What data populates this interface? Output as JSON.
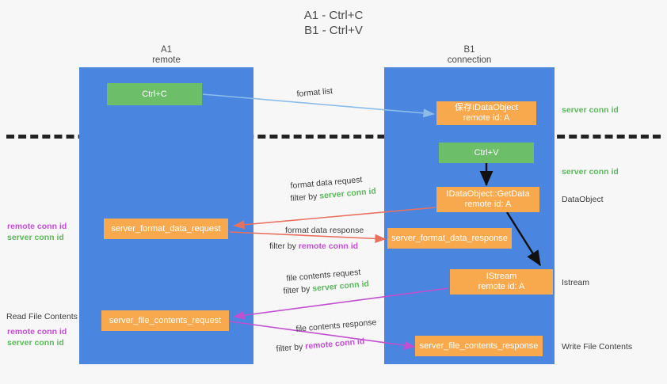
{
  "title": {
    "line1": "A1 - Ctrl+C",
    "line2": "B1 - Ctrl+V"
  },
  "lanes": [
    {
      "name": "A1",
      "sub": "remote"
    },
    {
      "name": "B1",
      "sub": "connection"
    }
  ],
  "nodes": {
    "ctrl_c": {
      "line1": "Ctrl+C",
      "line2": ""
    },
    "ctrl_v": {
      "line1": "Ctrl+V",
      "line2": ""
    },
    "idataobject": {
      "line1": "保存IDataObject",
      "line2": "remote id: A"
    },
    "getdata": {
      "line1": "IDataObject::GetData",
      "line2": "remote id: A"
    },
    "istream": {
      "line1": "IStream",
      "line2": "remote id: A"
    },
    "fmt_req": {
      "line1": "server_format_data_request",
      "line2": ""
    },
    "fmt_res": {
      "line1": "server_format_data_response",
      "line2": ""
    },
    "file_req": {
      "line1": "server_file_contents_request",
      "line2": ""
    },
    "file_res": {
      "line1": "server_file_contents_response",
      "line2": ""
    }
  },
  "captions": {
    "format_list": "format list",
    "fmt_req_l1": "format data request",
    "fmt_req_l2_pre": "filter by ",
    "fmt_req_l2_kw": "server conn id",
    "fmt_res_l1": "format data response",
    "fmt_res_l2_pre": "filter by ",
    "fmt_res_l2_kw": "remote conn id",
    "file_req_l1": "file contents request",
    "file_req_l2_pre": "filter by ",
    "file_req_l2_kw": "server conn id",
    "file_res_l1": "file contents response",
    "file_res_l2_pre": "filter by ",
    "file_res_l2_kw": "remote conn id"
  },
  "side_labels": {
    "left_mid_pink": "remote conn id",
    "left_mid_green": "server conn id",
    "left_bottom_title": "Read File Contents",
    "left_bottom_pink": "remote conn id",
    "left_bottom_green": "server conn id",
    "right_top_green": "server conn id",
    "right_second_green": "server conn id",
    "right_dataobject": "DataObject",
    "right_istream": "Istream",
    "right_write": "Write File Contents"
  },
  "colors": {
    "lane": "#4a86e0",
    "green_node": "#6cbf68",
    "orange_node": "#f9a94d",
    "arrow_blue": "#8bbde8",
    "arrow_red": "#e8705f",
    "arrow_magenta": "#c050d0",
    "arrow_black": "#111111",
    "keyword_green": "#5cb85c",
    "keyword_pink": "#c050d0",
    "background": "#f7f7f7"
  }
}
